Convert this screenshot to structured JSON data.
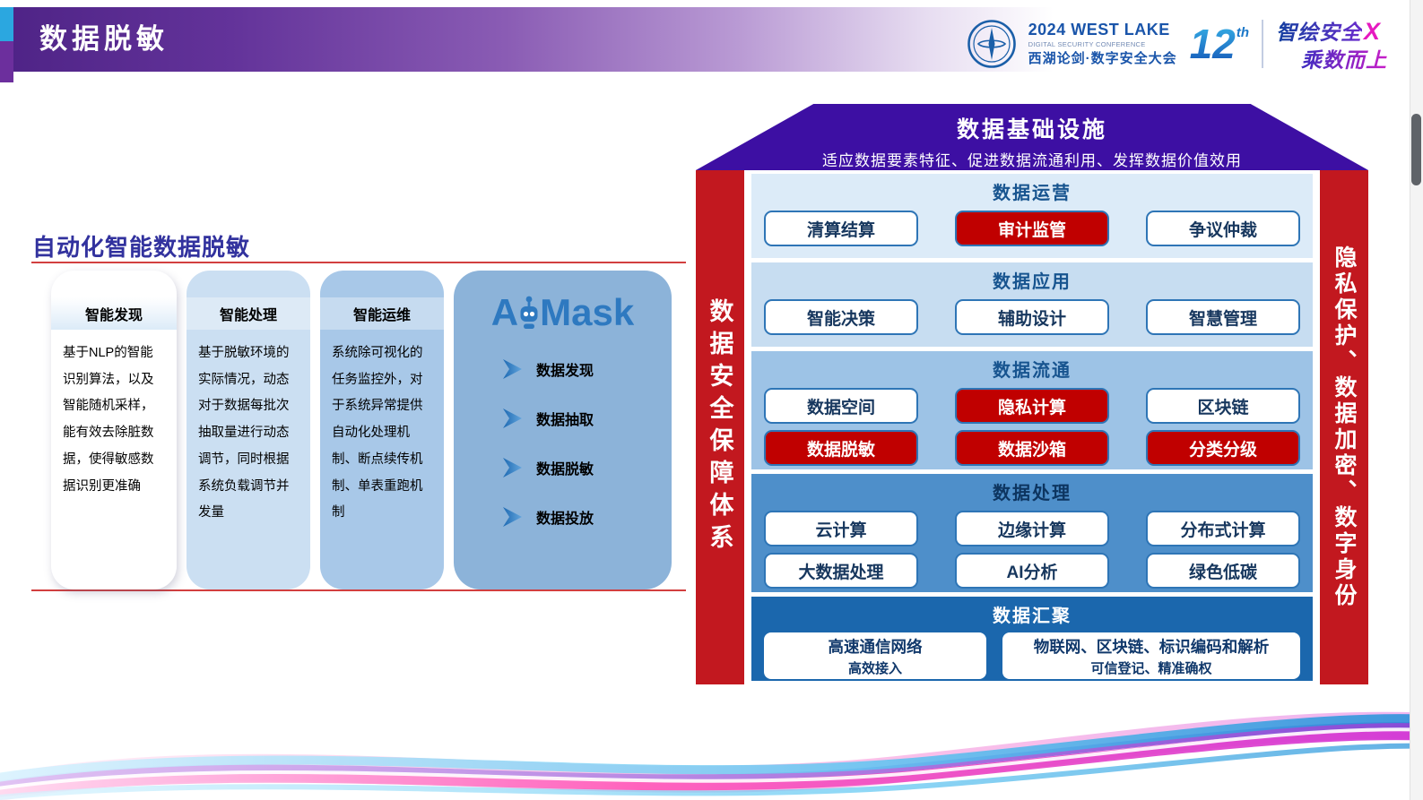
{
  "header": {
    "title": "数据脱敏",
    "logos": {
      "west_lake": {
        "title": "2024 WEST LAKE",
        "subtitle": "DIGITAL SECURITY CONFERENCE",
        "cn": "西湖论剑·数字安全大会"
      },
      "edition": {
        "number": "12",
        "suffix": "th"
      },
      "slogan": {
        "line1": "智绘安全",
        "x": "X",
        "line2": "乘数而上"
      }
    }
  },
  "left_panel": {
    "title": "自动化智能数据脱敏",
    "cards": [
      {
        "header": "智能发现",
        "body": "基于NLP的智能识别算法，以及智能随机采样，能有效去除脏数据，使得敏感数据识别更准确"
      },
      {
        "header": "智能处理",
        "body": "基于脱敏环境的实际情况，动态对于数据每批次抽取量进行动态调节，同时根据系统负载调节并发量"
      },
      {
        "header": "智能运维",
        "body": "系统除可视化的任务监控外，对于系统异常提供自动化处理机制、断点续传机制、单表重跑机制"
      }
    ],
    "product": {
      "name": "AiMask",
      "logo_left": "A",
      "logo_right": "Mask",
      "steps": [
        "数据发现",
        "数据抽取",
        "数据脱敏",
        "数据投放"
      ]
    }
  },
  "diagram": {
    "top_banner": {
      "title": "数据基础设施",
      "subtitle": "适应数据要素特征、促进数据流通利用、发挥数据价值效用"
    },
    "left_bar_label": "数据安全保障体系",
    "right_bar_label": "隐私保护、数据加密、数字身份",
    "sections": [
      {
        "title": "数据运营",
        "rows": [
          [
            {
              "label": "清算结算",
              "variant": "white"
            },
            {
              "label": "审计监管",
              "variant": "red"
            },
            {
              "label": "争议仲裁",
              "variant": "white"
            }
          ]
        ]
      },
      {
        "title": "数据应用",
        "rows": [
          [
            {
              "label": "智能决策",
              "variant": "white"
            },
            {
              "label": "辅助设计",
              "variant": "white"
            },
            {
              "label": "智慧管理",
              "variant": "white"
            }
          ]
        ]
      },
      {
        "title": "数据流通",
        "rows": [
          [
            {
              "label": "数据空间",
              "variant": "white"
            },
            {
              "label": "隐私计算",
              "variant": "red"
            },
            {
              "label": "区块链",
              "variant": "white"
            }
          ],
          [
            {
              "label": "数据脱敏",
              "variant": "red"
            },
            {
              "label": "数据沙箱",
              "variant": "red"
            },
            {
              "label": "分类分级",
              "variant": "red"
            }
          ]
        ]
      },
      {
        "title": "数据处理",
        "rows": [
          [
            {
              "label": "云计算",
              "variant": "white"
            },
            {
              "label": "边缘计算",
              "variant": "white"
            },
            {
              "label": "分布式计算",
              "variant": "white"
            }
          ],
          [
            {
              "label": "大数据处理",
              "variant": "white"
            },
            {
              "label": "AI分析",
              "variant": "white"
            },
            {
              "label": "绿色低碳",
              "variant": "white"
            }
          ]
        ]
      },
      {
        "title": "数据汇聚",
        "wide_buttons": [
          {
            "line1": "高速通信网络",
            "line2": "高效接入"
          },
          {
            "line1": "物联网、区块链、标识编码和解析",
            "line2": "可信登记、精准确权"
          }
        ]
      }
    ]
  },
  "colors": {
    "accent_red": "#c00000",
    "pillar_red": "#c2181f",
    "banner_purple": "#3d0fa3",
    "chip_border_blue": "#2e75b6",
    "chip_text_blue": "#17375e",
    "layer_backgrounds": [
      "#dcebf8",
      "#c7ddf1",
      "#9dc3e6",
      "#4e8fca",
      "#1b67ad"
    ],
    "header_gradient_start": "#4e2386",
    "aimask_blue": "#2e79c0"
  }
}
